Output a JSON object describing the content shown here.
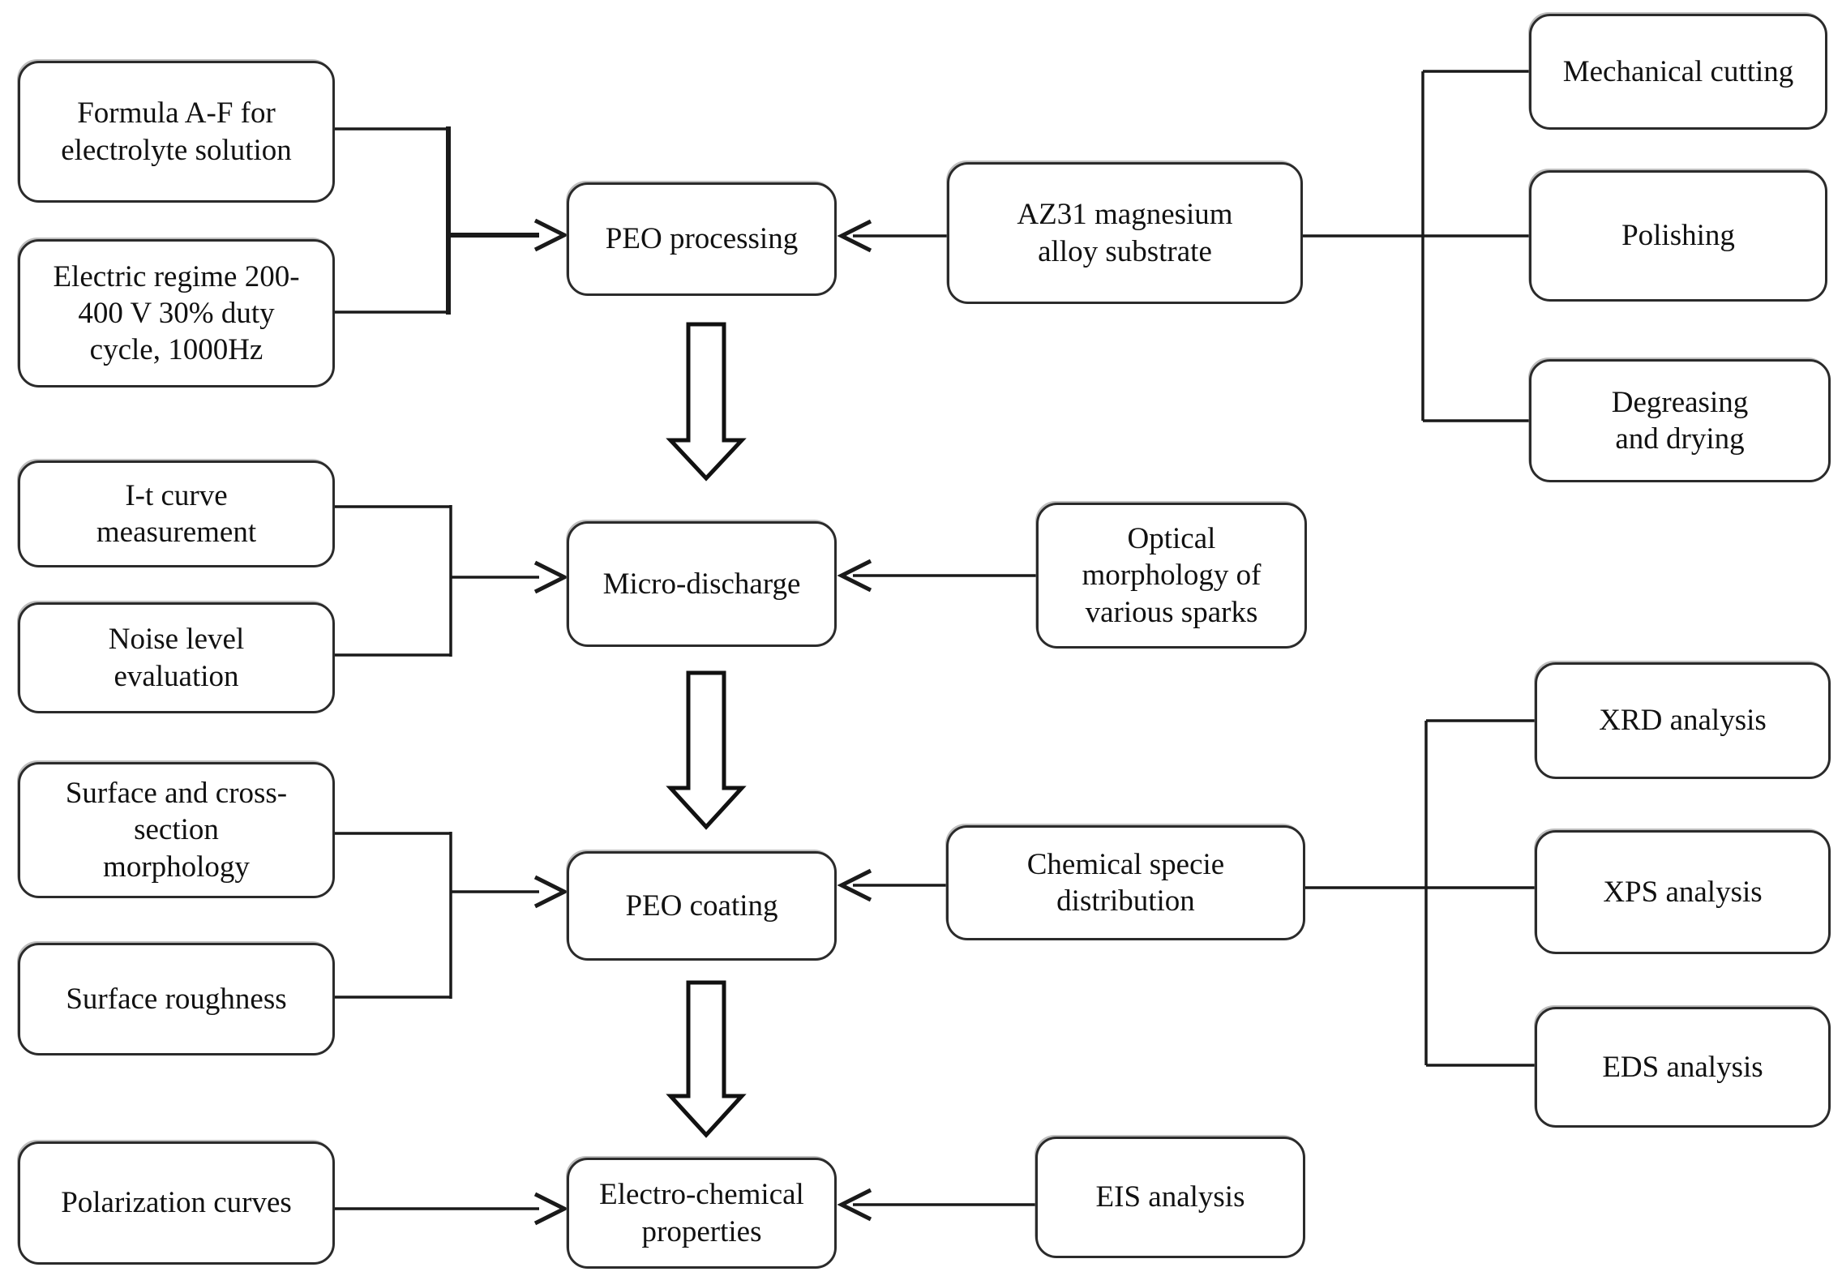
{
  "diagram": {
    "title": "PEO coating experimental process flowchart",
    "nodes": {
      "formula": {
        "label": [
          "Formula A-F for",
          "electrolyte solution"
        ]
      },
      "electric_regime": {
        "label": [
          "Electric regime 200-",
          "400 V 30% duty",
          "cycle, 1000Hz"
        ]
      },
      "it_curve": {
        "label": [
          "I-t curve",
          "measurement"
        ]
      },
      "noise_level": {
        "label": [
          "Noise level",
          "evaluation"
        ]
      },
      "surface_cross": {
        "label": [
          "Surface and cross-",
          "section",
          "morphology"
        ]
      },
      "surface_roughness": {
        "label": "Surface roughness"
      },
      "polarization": {
        "label": "Polarization curves"
      },
      "peo_processing": {
        "label": "PEO processing"
      },
      "micro_discharge": {
        "label": "Micro-discharge"
      },
      "peo_coating": {
        "label": "PEO coating"
      },
      "electro_chemical": {
        "label": [
          "Electro-chemical",
          "properties"
        ]
      },
      "az31": {
        "label": [
          "AZ31 magnesium",
          "alloy substrate"
        ]
      },
      "optical_morphology": {
        "label": [
          "Optical",
          "morphology of",
          "various sparks"
        ]
      },
      "chemical_specie": {
        "label": [
          "Chemical specie",
          "distribution"
        ]
      },
      "eis": {
        "label": "EIS analysis"
      },
      "mechanical_cutting": {
        "label": "Mechanical cutting"
      },
      "polishing": {
        "label": "Polishing"
      },
      "degreasing": {
        "label": [
          "Degreasing",
          "and drying"
        ]
      },
      "xrd": {
        "label": "XRD analysis"
      },
      "xps": {
        "label": "XPS analysis"
      },
      "eds": {
        "label": "EDS analysis"
      }
    },
    "colors": {
      "line": "#1a1a1a",
      "box_border": "#2b2b2b",
      "box_fill": "#ffffff",
      "text": "#111111"
    }
  }
}
